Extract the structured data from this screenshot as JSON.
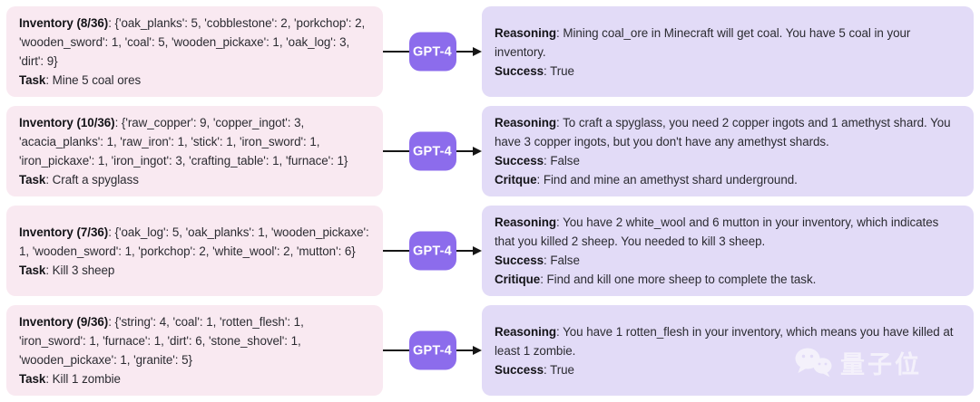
{
  "colors": {
    "left_box_bg": "#f9e9f1",
    "right_box_bg": "#e2dbf7",
    "badge_bg": "#8c6cec",
    "badge_text": "#ffffff",
    "arrow": "#161616",
    "body_text": "#2b2b31",
    "watermark": "#ffffff"
  },
  "badge": {
    "label": "GPT-4"
  },
  "rows": [
    {
      "inventory_label": "Inventory (8/36)",
      "inventory_value": ": {'oak_planks': 5, 'cobblestone': 2, 'porkchop': 2, 'wooden_sword': 1, 'coal': 5, 'wooden_pickaxe': 1, 'oak_log': 3, 'dirt': 9}",
      "task_label": "Task",
      "task_value": ": Mine 5 coal ores",
      "reasoning_label": "Reasoning",
      "reasoning_value": ": Mining coal_ore in Minecraft will get coal. You have 5 coal in your inventory.",
      "success_label": "Success",
      "success_value": ": True"
    },
    {
      "inventory_label": "Inventory (10/36)",
      "inventory_value": ": {'raw_copper': 9, 'copper_ingot': 3, 'acacia_planks': 1, 'raw_iron': 1, 'stick': 1, 'iron_sword': 1, 'iron_pickaxe': 1, 'iron_ingot': 3, 'crafting_table': 1, 'furnace': 1}",
      "task_label": "Task",
      "task_value": ": Craft a spyglass",
      "reasoning_label": "Reasoning",
      "reasoning_value": ": To craft a spyglass, you need 2 copper ingots and 1 amethyst shard. You have 3 copper ingots, but you don't have any amethyst shards.",
      "success_label": "Success",
      "success_value": ": False",
      "critique_label": "Critque",
      "critique_value": ": Find and mine an amethyst shard underground."
    },
    {
      "inventory_label": "Inventory (7/36)",
      "inventory_value": ": {'oak_log': 5, 'oak_planks': 1, 'wooden_pickaxe': 1, 'wooden_sword': 1, 'porkchop': 2, 'white_wool': 2, 'mutton': 6}",
      "task_label": "Task",
      "task_value": ": Kill 3 sheep",
      "reasoning_label": "Reasoning",
      "reasoning_value": ": You have 2 white_wool and 6 mutton in your inventory, which indicates that you killed 2 sheep. You needed to kill 3 sheep.",
      "success_label": "Success",
      "success_value": ": False",
      "critique_label": "Critique",
      "critique_value": ": Find and kill one more sheep to complete the task."
    },
    {
      "inventory_label": "Inventory (9/36)",
      "inventory_value": ": {'string': 4, 'coal': 1, 'rotten_flesh': 1, 'iron_sword': 1, 'furnace': 1, 'dirt': 6, 'stone_shovel': 1, 'wooden_pickaxe': 1, 'granite': 5}",
      "task_label": "Task",
      "task_value": ": Kill 1 zombie",
      "reasoning_label": "Reasoning",
      "reasoning_value": ": You have 1 rotten_flesh in your inventory, which means you have killed at least 1 zombie.",
      "success_label": "Success",
      "success_value": ": True"
    }
  ],
  "watermark": {
    "text": "量子位",
    "icon": "wechat-chat-bubbles-icon"
  }
}
